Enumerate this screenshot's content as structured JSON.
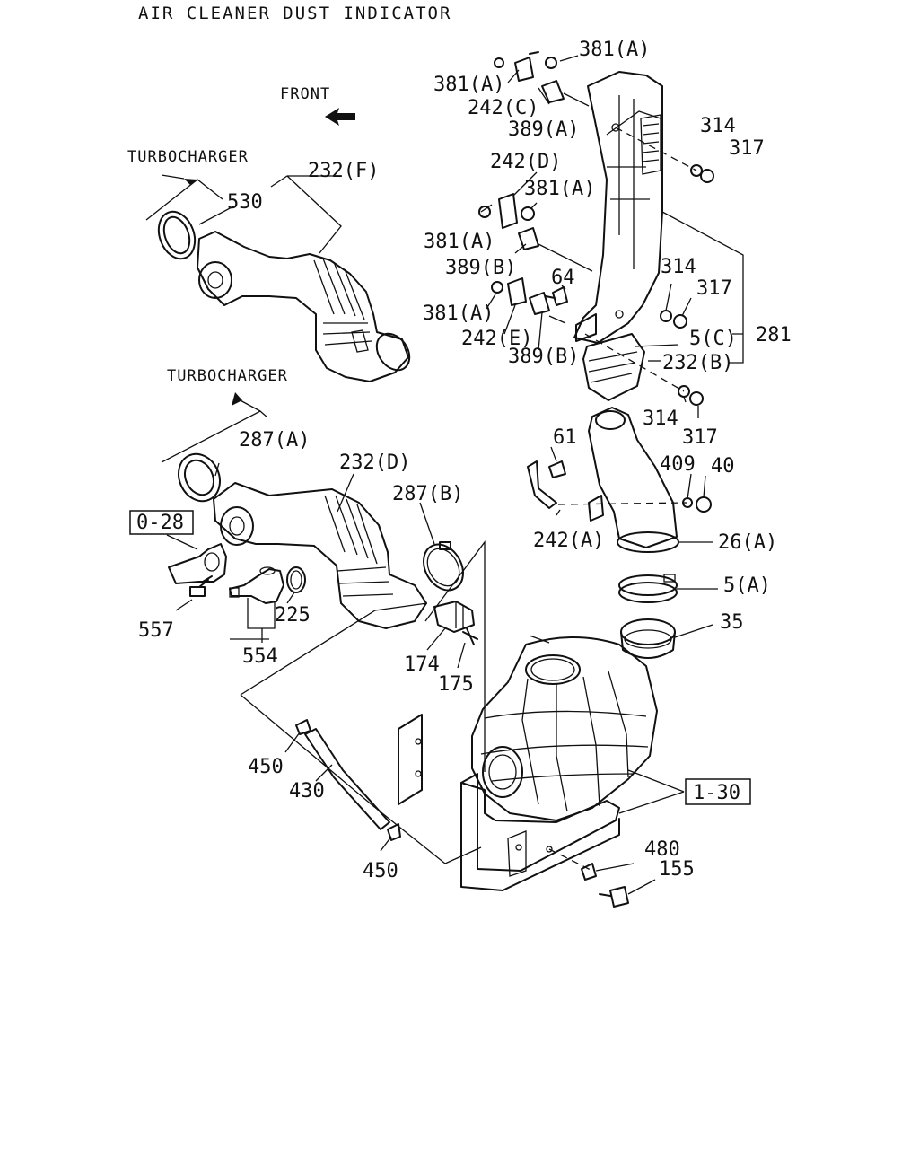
{
  "title": "AIR CLEANER DUST INDICATOR",
  "front_label": "FRONT",
  "turbocharger_labels": [
    "TURBOCHARGER",
    "TURBOCHARGER"
  ],
  "callouts": {
    "c381a_1": "381(A)",
    "c381a_2": "381(A)",
    "c242c": "242(C)",
    "c389a": "389(A)",
    "c314_1": "314",
    "c317_1": "317",
    "c242d": "242(D)",
    "c381a_3": "381(A)",
    "c381a_4": "381(A)",
    "c389b_1": "389(B)",
    "c64": "64",
    "c314_2": "314",
    "c317_2": "317",
    "c381a_5": "381(A)",
    "c242e": "242(E)",
    "c389b_2": "389(B)",
    "c5c": "5(C)",
    "c281": "281",
    "c232b": "232(B)",
    "c314_3": "314",
    "c317_3": "317",
    "c232f": "232(F)",
    "c530": "530",
    "c287a": "287(A)",
    "c232d": "232(D)",
    "c287b": "287(B)",
    "c61": "61",
    "c409": "409",
    "c40": "40",
    "c242a": "242(A)",
    "c26a": "26(A)",
    "c5a": "5(A)",
    "c35": "35",
    "c028": "0-28",
    "c557": "557",
    "c225": "225",
    "c554": "554",
    "c174": "174",
    "c175": "175",
    "c450_1": "450",
    "c430": "430",
    "c450_2": "450",
    "c130": "1-30",
    "c480": "480",
    "c155": "155"
  }
}
